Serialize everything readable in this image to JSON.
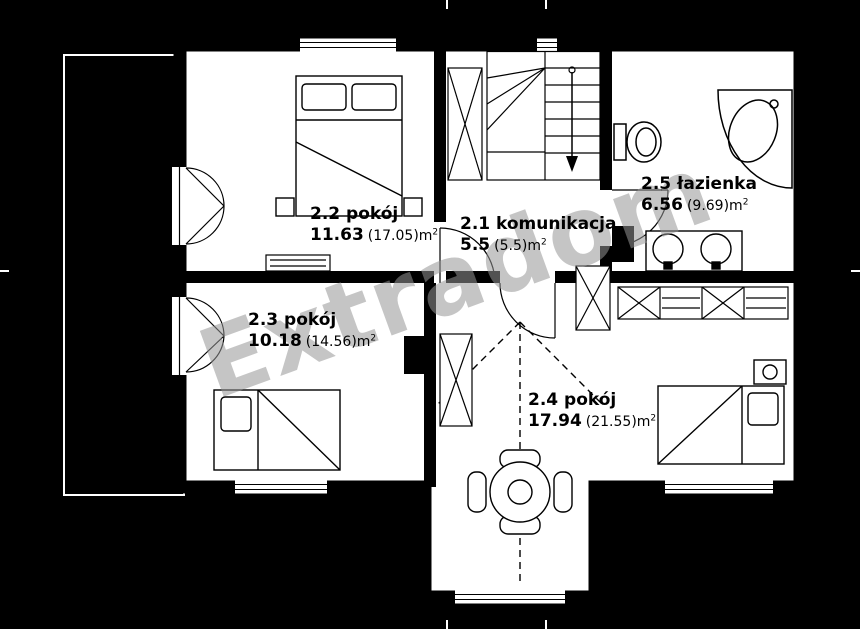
{
  "plan": {
    "watermark": "Extradom",
    "colors": {
      "background": "#000000",
      "floor": "#ffffff",
      "wall": "#000000",
      "watermark": "#969696"
    },
    "rooms": [
      {
        "id": "2.2",
        "name": "2.2 pokój",
        "area": "11.63",
        "area_alt": "(17.05)m",
        "area_sup": "2"
      },
      {
        "id": "2.1",
        "name": "2.1 komunikacja",
        "area": "5.5",
        "area_alt": "(5.5)m",
        "area_sup": "2"
      },
      {
        "id": "2.5",
        "name": "2.5 łazienka",
        "area": "6.56",
        "area_alt": "(9.69)m",
        "area_sup": "2"
      },
      {
        "id": "2.3",
        "name": "2.3 pokój",
        "area": "10.18",
        "area_alt": "(14.56)m",
        "area_sup": "2"
      },
      {
        "id": "2.4",
        "name": "2.4 pokój",
        "area": "17.94",
        "area_alt": "(21.55)m",
        "area_sup": "2"
      }
    ]
  }
}
